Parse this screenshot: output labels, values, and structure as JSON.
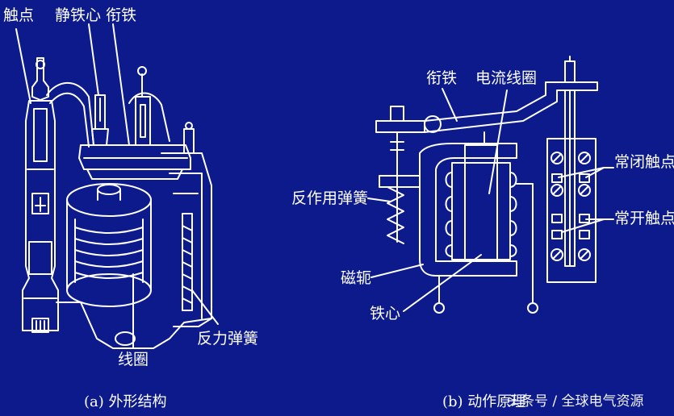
{
  "background_color": "#0c1a8c",
  "line_color": "#ffffff",
  "left_figure": {
    "labels": {
      "contact": "触点",
      "static_core": "静铁心",
      "armature": "衔铁",
      "coil": "线圈",
      "reaction_spring": "反力弹簧"
    },
    "caption": "(a) 外形结构"
  },
  "right_figure": {
    "labels": {
      "armature": "衔铁",
      "current_coil": "电流线圈",
      "nc_contact": "常闭触点",
      "no_contact": "常开触点",
      "reaction_spring": "反作用弹簧",
      "yoke": "磁轭",
      "core": "铁心"
    },
    "caption": "(b) 动作原理"
  },
  "watermark": "头条号 / 全球电气资源"
}
